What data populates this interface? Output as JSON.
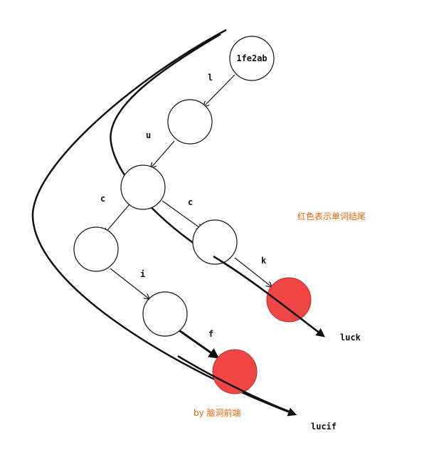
{
  "trie": {
    "root_label": "1fe2ab",
    "edge_labels": {
      "l": "l",
      "u": "u",
      "c_left": "c",
      "c_right": "c",
      "i": "i",
      "k": "k",
      "f": "f"
    },
    "word_results": {
      "luck": "luck",
      "lucif": "lucif"
    },
    "legend_note": "红色表示单词结尾",
    "credit": "by  脑洞前端",
    "colors": {
      "end_node_fill": "#f04545",
      "stroke": "#111111",
      "note_text": "#e8660a"
    }
  }
}
